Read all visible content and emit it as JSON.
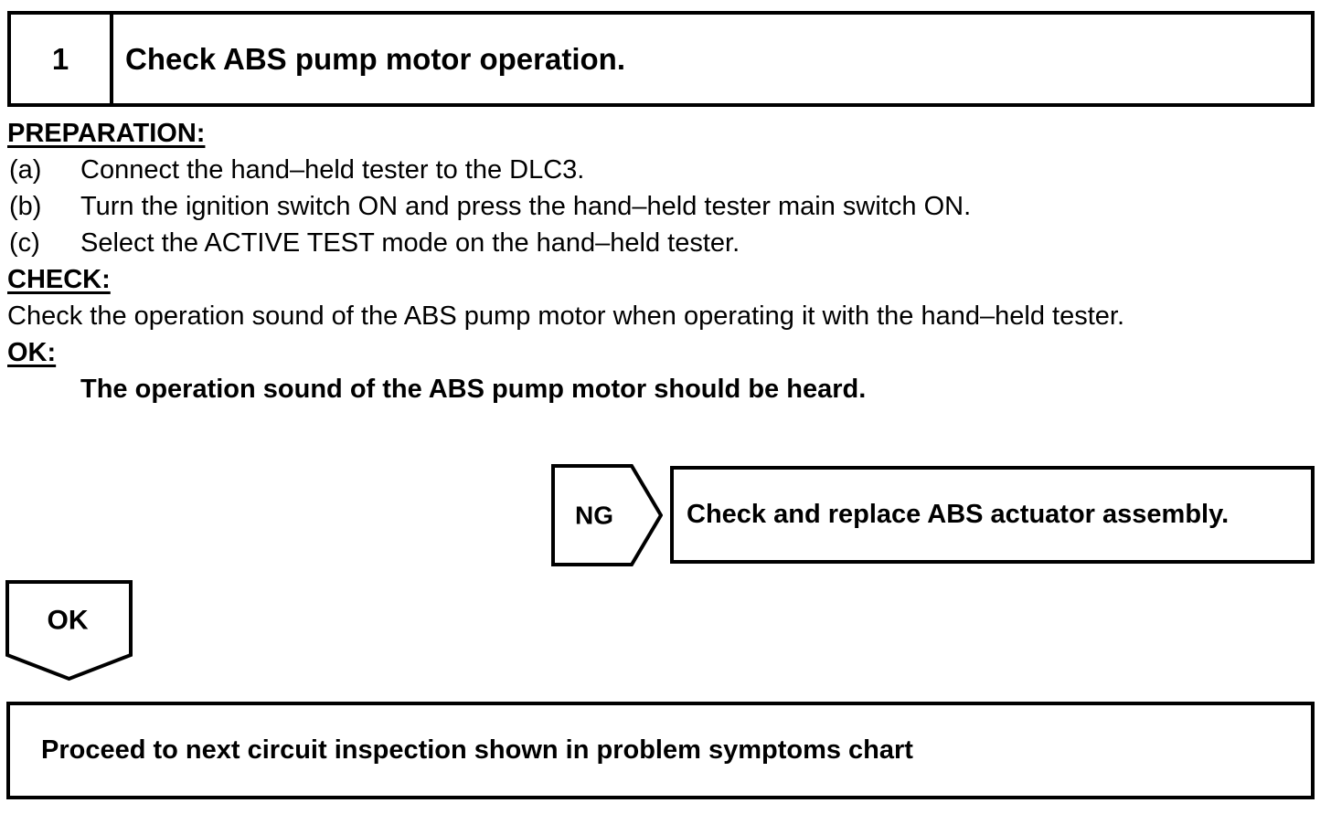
{
  "step": {
    "number": "1",
    "title": "Check ABS pump motor operation."
  },
  "sections": {
    "preparation": {
      "heading": "PREPARATION:",
      "items": [
        {
          "label": "(a)",
          "text": "Connect the hand–held tester to the DLC3."
        },
        {
          "label": "(b)",
          "text": "Turn the ignition switch ON and press the hand–held tester main switch ON."
        },
        {
          "label": "(c)",
          "text": "Select the ACTIVE TEST mode on the hand–held tester."
        }
      ]
    },
    "check": {
      "heading": "CHECK:",
      "text": "Check the operation sound of the ABS pump motor when operating it with the hand–held tester."
    },
    "ok": {
      "heading": "OK:",
      "text": "The operation sound of the ABS pump motor should be heard."
    }
  },
  "flow": {
    "ng": {
      "label": "NG",
      "action": "Check and replace ABS actuator assembly."
    },
    "ok": {
      "label": "OK",
      "action": "Proceed to next circuit inspection shown in problem symptoms chart"
    }
  },
  "colors": {
    "ink": "#000000",
    "paper": "#ffffff"
  }
}
